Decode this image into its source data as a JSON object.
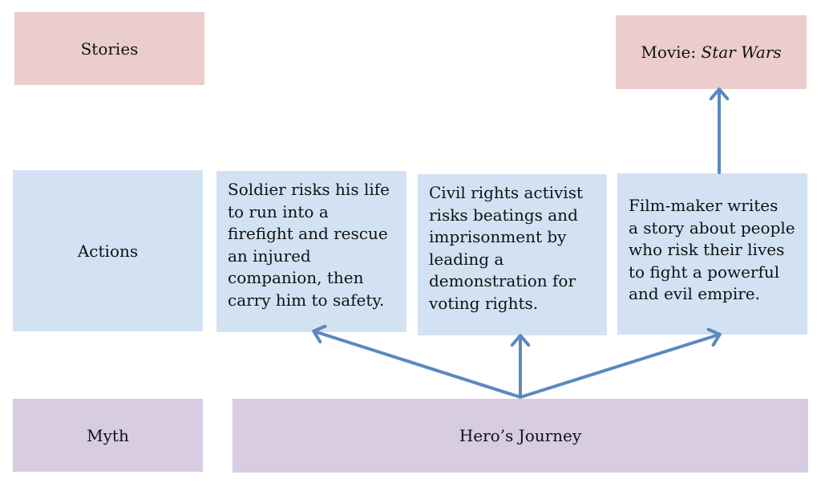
{
  "rows": {
    "stories": "Stories",
    "actions": "Actions",
    "myth": "Myth"
  },
  "movie": {
    "prefix": "Movie: ",
    "title": "Star Wars"
  },
  "actions": [
    {
      "lines": [
        "Soldier risks his life",
        "to run into a",
        "firefight and rescue",
        "an injured",
        "companion, then",
        "carry him to safety."
      ]
    },
    {
      "lines": [
        "Civil rights activist",
        "risks beatings and",
        "imprisonment by",
        "leading a",
        "demonstration for",
        "voting rights."
      ]
    },
    {
      "lines": [
        "Film-maker writes",
        "a story about people",
        "who risk their lives",
        "to fight a powerful",
        "and evil empire."
      ]
    }
  ],
  "myth_box": "Hero’s Journey",
  "colors": {
    "stories": "#ebcdcd",
    "actions": "#d2e2f3",
    "myth": "#d7cce2",
    "arrow": "#5b88bf"
  }
}
